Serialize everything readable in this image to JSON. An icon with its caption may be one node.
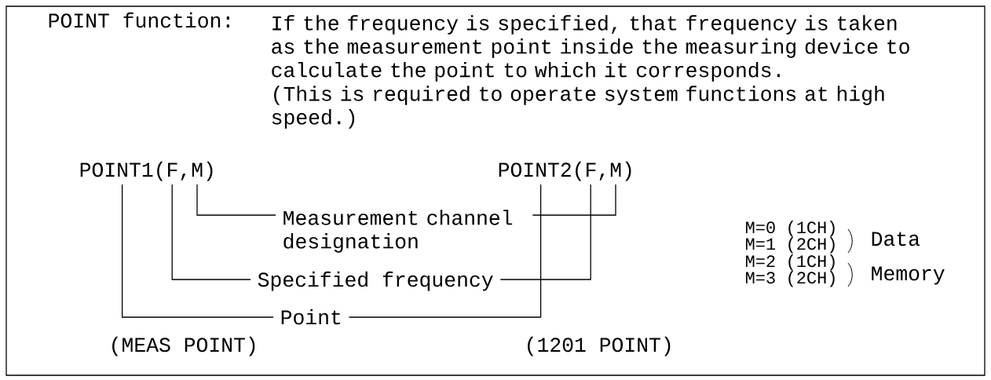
{
  "diagram": {
    "nodes": [
      {
        "text": [
          "POINT1(F,M)"
        ]
      },
      {
        "text": [
          "POINT2(F,M)"
        ]
      },
      {
        "text": [
          "Measurement channel designation"
        ]
      },
      {
        "text": [
          "Specified frequency"
        ]
      },
      {
        "text": [
          "Point"
        ]
      }
    ],
    "edges": [
      {
        "from": 2,
        "to": 0,
        "arrow": "none"
      },
      {
        "from": 2,
        "to": 1,
        "arrow": "none"
      },
      {
        "from": 3,
        "to": 0,
        "arrow": "none"
      },
      {
        "from": 3,
        "to": 1,
        "arrow": "none"
      },
      {
        "from": 4,
        "to": 0,
        "arrow": "none"
      },
      {
        "from": 4,
        "to": 1,
        "arrow": "none"
      }
    ],
    "labels": [
      "POINT function:",
      "If the frequency is specified, that frequency is taken as the measurement point inside the measuring device to calculate the point to which it corresponds.",
      "(This is required to operate system functions at high speed.)",
      "M=0",
      "(1CH)",
      "M=1",
      "(2CH)",
      "Data",
      "M=2",
      "(1CH)",
      "M=3",
      "(2CH)",
      "Memory",
      "(MEAS POINT)",
      "(1201 POINT)"
    ]
  }
}
